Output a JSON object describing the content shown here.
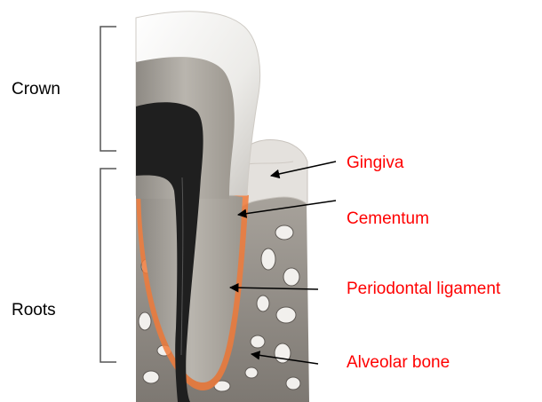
{
  "section_labels": {
    "crown": "Crown",
    "roots": "Roots"
  },
  "callouts": {
    "gingiva": "Gingiva",
    "cementum": "Cementum",
    "periodontal_ligament": "Periodontal ligament",
    "alveolar_bone": "Alveolar bone"
  },
  "colors": {
    "section_label": "#000000",
    "callout_label": "#ff0000",
    "arrow": "#000000",
    "bracket": "#555555",
    "enamel": "#f4f4f2",
    "dentin": "#a7a39c",
    "pulp": "#1f1f1f",
    "ligament": "#f07a3a",
    "bone": "#8f8a84",
    "gingiva": "#e4e1dd"
  }
}
